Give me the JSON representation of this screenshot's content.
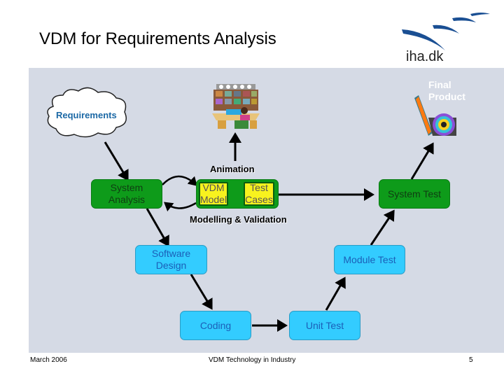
{
  "slide": {
    "title": "VDM for Requirements Analysis",
    "logo_text": "iha.dk",
    "brand_color": "#1a4f93"
  },
  "diagram": {
    "cloud": {
      "label": "Requirements"
    },
    "animation_label": "Animation",
    "final_product": {
      "line1": "Final",
      "line2": "Product"
    },
    "modelling_label": "Modelling & Validation",
    "nodes": {
      "system_analysis": {
        "line1": "System",
        "line2": "Analysis"
      },
      "vdm_model": {
        "line1": "VDM",
        "line2": "Model"
      },
      "test_cases": {
        "line1": "Test",
        "line2": "Cases"
      },
      "system_test": {
        "label": "System Test"
      },
      "software_design": {
        "line1": "Software",
        "line2": "Design"
      },
      "module_test": {
        "label": "Module Test"
      },
      "coding": {
        "label": "Coding"
      },
      "unit_test": {
        "label": "Unit Test"
      }
    },
    "colors": {
      "background": "#d5dae5",
      "green": "#0e9b1a",
      "yellow": "#f8f21e",
      "blue": "#33ccff"
    }
  },
  "footer": {
    "date": "March 2006",
    "center": "VDM Technology in Industry",
    "page_number": "5"
  }
}
